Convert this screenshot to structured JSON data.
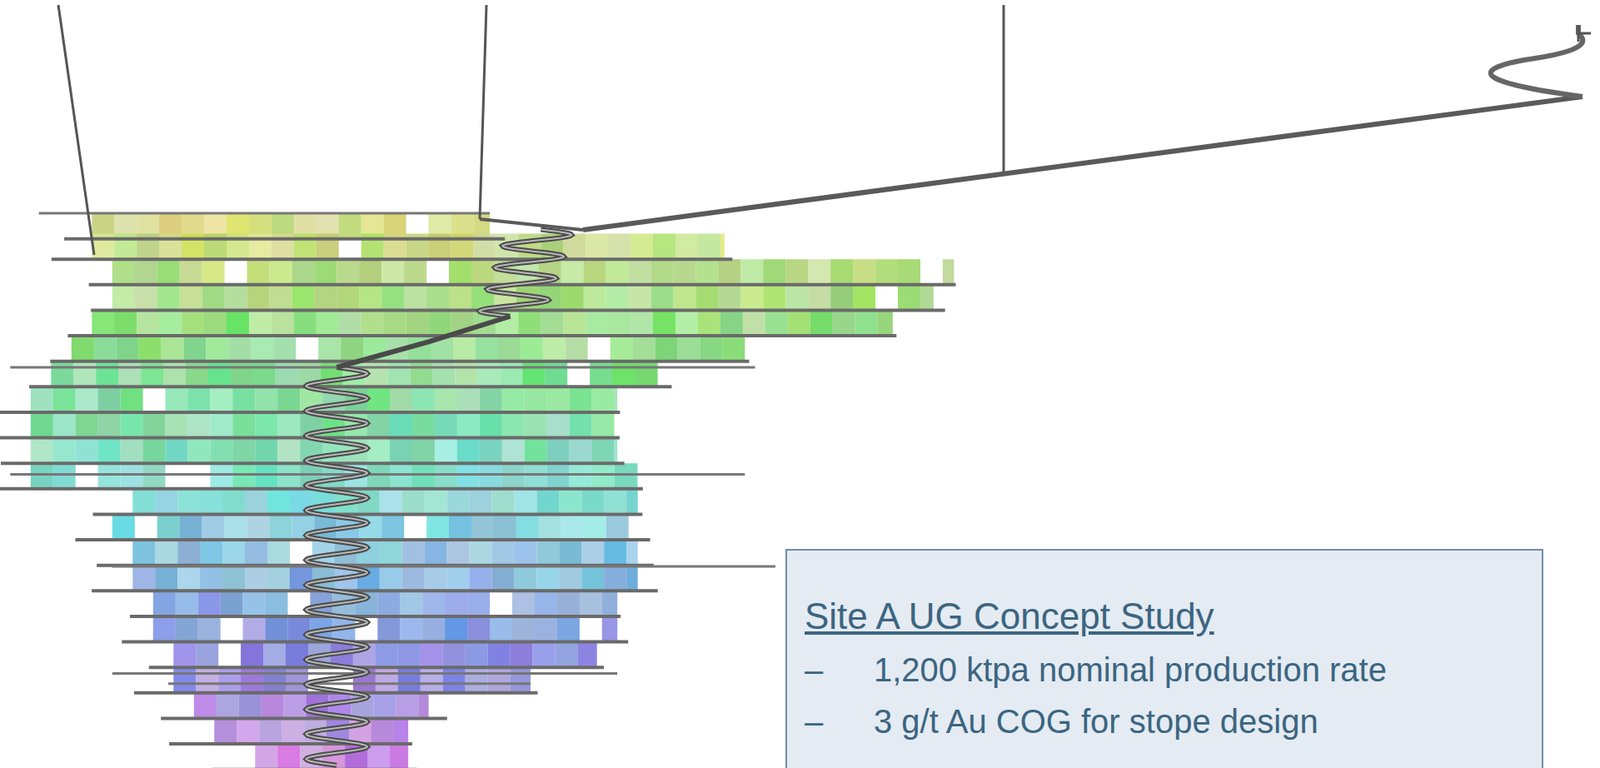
{
  "diagram": {
    "nodes": [
      {
        "text": [
          "Site A UG Concept Study",
          "1,200 ktpa nominal production rate",
          "3 g/t Au COG for stope design"
        ]
      }
    ],
    "labels": [
      "–",
      "–"
    ]
  }
}
